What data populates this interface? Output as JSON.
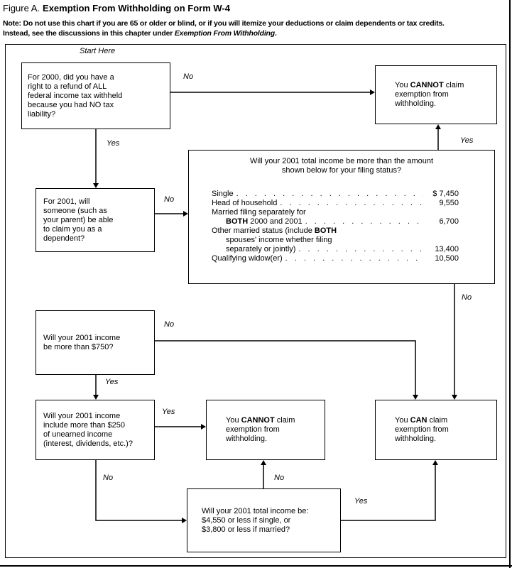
{
  "header": {
    "figure_label": "Figure A.",
    "title": "Exemption From Withholding on Form W-4",
    "note_line1": "Note: Do not use this chart if you are 65 or older or blind, or if you will itemize your deductions or claim dependents or tax credits.",
    "note_line2_pre": "Instead, see the discussions in this chapter under ",
    "note_line2_italic": "Exemption From Withholding",
    "note_line2_post": "."
  },
  "flow": {
    "start_here": "Start Here",
    "labels": {
      "refund_no": "No",
      "refund_yes": "Yes",
      "dependent_no": "No",
      "income_table_yes": "Yes",
      "income_table_no": "No",
      "income750_no": "No",
      "income750_yes": "Yes",
      "unearned_yes": "Yes",
      "unearned_no": "No",
      "total_income_no": "No",
      "total_income_yes": "Yes"
    },
    "boxes": {
      "refund_question": "For 2000, did you have a\nright to a refund of ALL\nfederal income tax withheld\nbecause you had NO tax\nliability?",
      "cannot_claim_top": {
        "pre": "You ",
        "bold": "CANNOT",
        "post": " claim\nexemption from\nwithholding."
      },
      "dependent_question": "For 2001, will\nsomeone (such as\nyour parent) be able\nto claim you as a\ndependent?",
      "income750_question": "Will your 2001 income\nbe more than $750?",
      "unearned_question": "Will your 2001 income\ninclude more than $250\nof unearned income\n(interest, dividends, etc.)?",
      "cannot_claim_bottom": {
        "pre": "You ",
        "bold": "CANNOT",
        "post": " claim\nexemption from\nwithholding."
      },
      "can_claim": {
        "pre": "You ",
        "bold": "CAN",
        "post": " claim\nexemption from\nwithholding."
      },
      "total_income_question": "Will your 2001 total income be:\n$4,550 or less if single, or\n$3,800 or less if married?"
    },
    "income_table": {
      "heading_line1": "Will your 2001 total income be more than the amount",
      "heading_line2": "shown below for your filing status?",
      "leader": ". . . . . . . . . . . . . . . . . . . . . . . . . . . . . . . . . . . . . . . .",
      "rows": [
        {
          "pre": "Single",
          "amount": "$ 7,450"
        },
        {
          "pre": "Head of household",
          "amount": "9,550"
        },
        {
          "pre": "Married filing separately for"
        },
        {
          "bold": "BOTH",
          "post": " 2000 and 2001",
          "amount": "6,700"
        },
        {
          "pre": "Other married status (include ",
          "bold": "BOTH"
        },
        {
          "pre": "spouses' income whether filing"
        },
        {
          "pre": "separately or jointly)",
          "amount": "13,400"
        },
        {
          "pre": "Qualifying widow(er)",
          "amount": "10,500"
        }
      ]
    }
  }
}
